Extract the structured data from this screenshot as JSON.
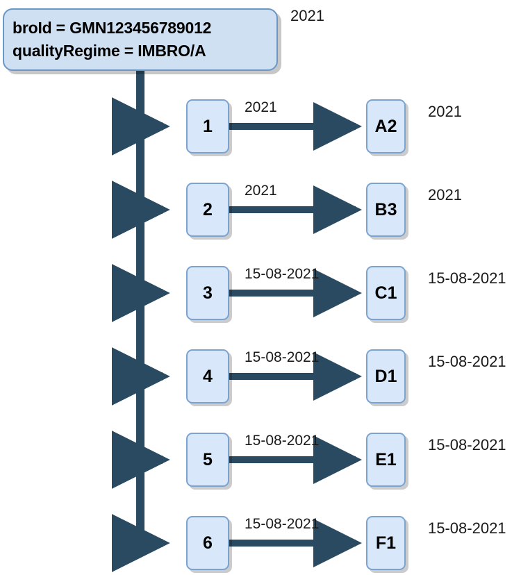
{
  "diagram": {
    "title": "GMN monitoring tube / measurement tree",
    "colors": {
      "node_fill": "#d9e7fb",
      "node_border": "#7ba3d0",
      "root_fill": "#cfe0f3",
      "root_border": "#6a97c4",
      "connector": "#2a4a61",
      "text": "#000000",
      "background": "#ffffff"
    },
    "root": {
      "line1": "broId = GMN123456789012",
      "line2": "qualityRegime = IMBRO/A",
      "side_label": "2021"
    },
    "rows": [
      {
        "left_label": "1",
        "edge_label": "2021",
        "right_label": "A2",
        "side_label": "2021"
      },
      {
        "left_label": "2",
        "edge_label": "2021",
        "right_label": "B3",
        "side_label": "2021"
      },
      {
        "left_label": "3",
        "edge_label": "15-08-2021",
        "right_label": "C1",
        "side_label": "15-08-2021"
      },
      {
        "left_label": "4",
        "edge_label": "15-08-2021",
        "right_label": "D1",
        "side_label": "15-08-2021"
      },
      {
        "left_label": "5",
        "edge_label": "15-08-2021",
        "right_label": "E1",
        "side_label": "15-08-2021"
      },
      {
        "left_label": "6",
        "edge_label": "15-08-2021",
        "right_label": "F1",
        "side_label": "15-08-2021"
      }
    ]
  }
}
